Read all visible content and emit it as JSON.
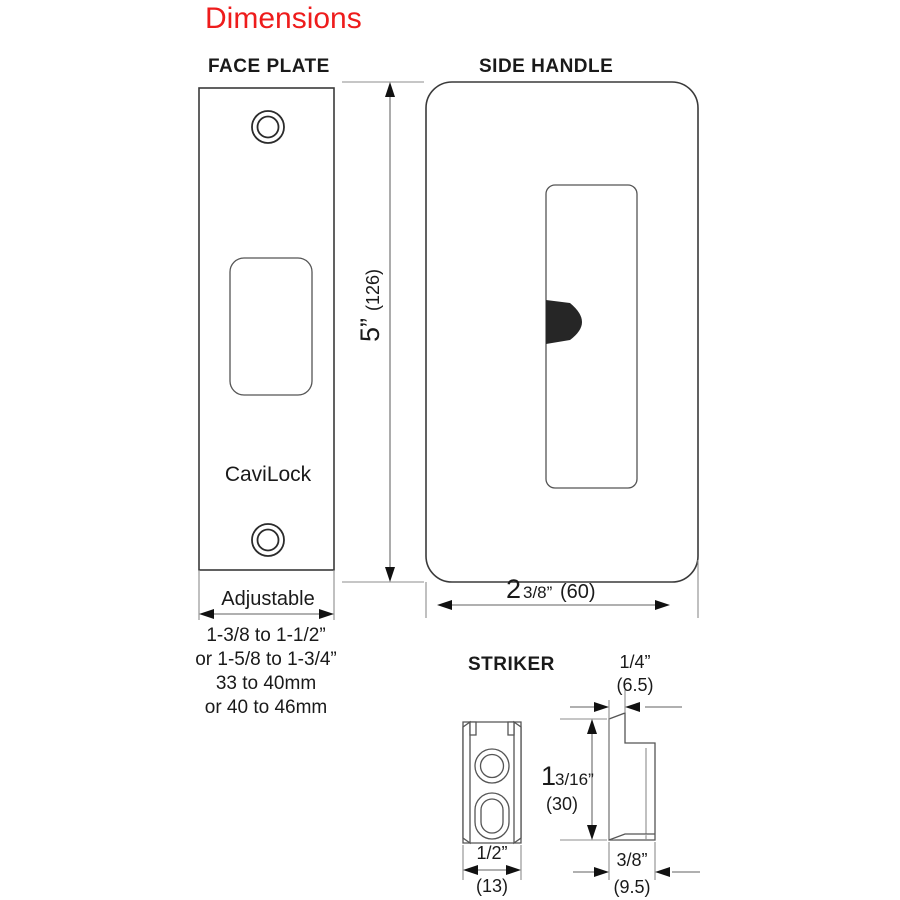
{
  "page": {
    "title": "Dimensions",
    "title_color": "#ee1c1c"
  },
  "sections": {
    "face_plate": {
      "heading": "FACE PLATE",
      "brand": "CaviLock",
      "adjustable_label": "Adjustable",
      "notes": [
        "1-3/8 to 1-1/2”",
        "or 1-5/8 to 1-3/4”",
        "33 to 40mm",
        "or 40 to 46mm"
      ]
    },
    "side_handle": {
      "heading": "SIDE HANDLE",
      "height_dimension": {
        "whole": "5”",
        "metric": "(126)",
        "full": "5” (126)"
      },
      "width_dimension": {
        "whole": "2",
        "fraction": "3/8”",
        "metric": "(60)",
        "full": "2 3/8” (60)"
      }
    },
    "striker": {
      "heading": "STRIKER",
      "front_width": {
        "imperial": "1/2”",
        "metric": "(13)"
      },
      "side_height": {
        "whole": "1",
        "fraction": "3/16”",
        "metric": "(30)"
      },
      "side_depth": {
        "imperial": "3/8”",
        "metric": "(9.5)"
      },
      "lip_depth": {
        "imperial": "1/4”",
        "metric": "(6.5)"
      }
    }
  },
  "colors": {
    "outline": "#3a3a3a",
    "dimension": "#808080",
    "text": "#1a1a1a",
    "thumbturn": "#262626",
    "accent_red": "#ee1c1c"
  }
}
